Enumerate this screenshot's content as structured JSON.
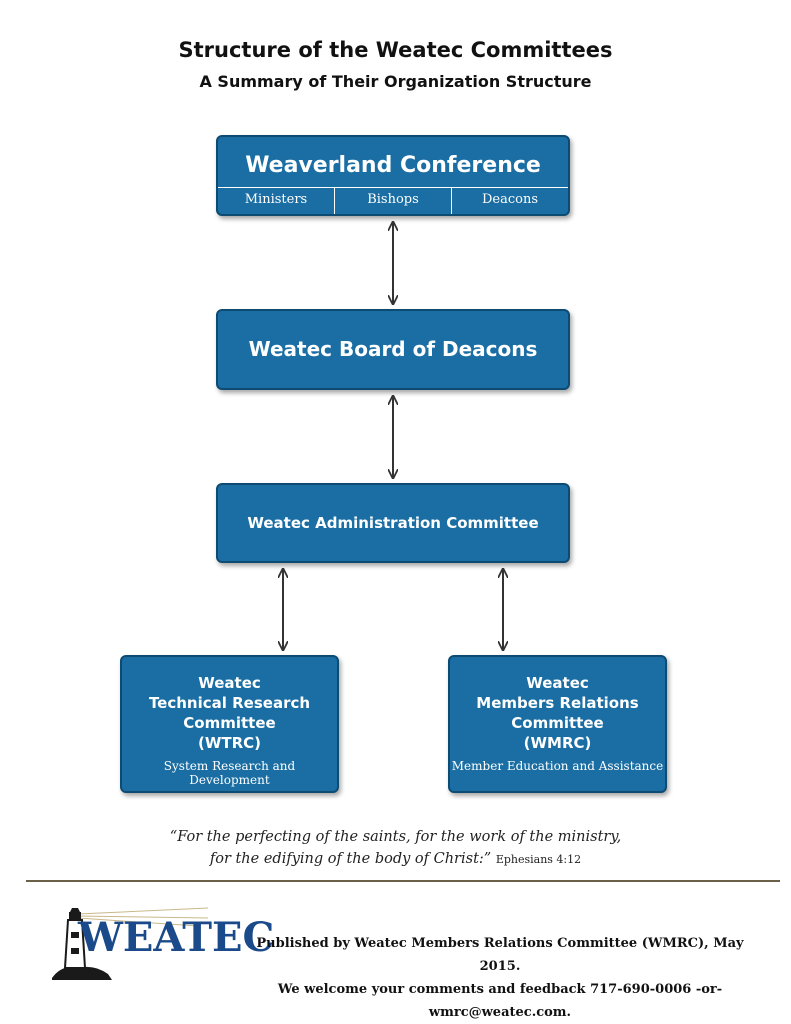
{
  "header": {
    "title": "Structure of the Weatec Committees",
    "subtitle": "A Summary of Their Organization Structure"
  },
  "conference": {
    "title": "Weaverland Conference",
    "members": [
      "Ministers",
      "Bishops",
      "Deacons"
    ]
  },
  "board": {
    "title": "Weatec Board of Deacons"
  },
  "admin": {
    "title": "Weatec Administration Committee"
  },
  "wtrc": {
    "lines": [
      "Weatec",
      "Technical Research",
      "Committee",
      "(WTRC)"
    ],
    "description": "System Research and Development"
  },
  "wmrc": {
    "lines": [
      "Weatec",
      "Members Relations",
      "Committee",
      "(WMRC)"
    ],
    "description": "Member Education and Assistance"
  },
  "quote": {
    "line1": "“For the perfecting of the saints, for the work of the ministry,",
    "line2": "for the edifying of the body of Christ:”",
    "reference": "Ephesians 4:12"
  },
  "footer": {
    "logo_text": "WEATEC",
    "published": "Published by Weatec Members Relations Committee (WMRC), May 2015.",
    "feedback": "We welcome your comments and feedback  717-690-0006 -or- wmrc@weatec.com."
  },
  "colors": {
    "box_fill": "#1a6ea3",
    "box_border": "#0d4b73",
    "rule": "#6b6048",
    "logo": "#1a4a8a"
  }
}
